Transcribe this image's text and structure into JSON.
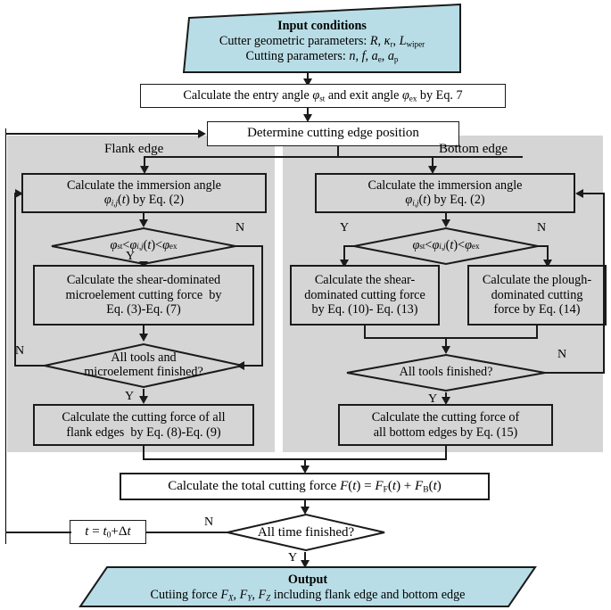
{
  "title": "Cutting force prediction flowchart",
  "colors": {
    "io_fill": "#b9dde6",
    "panel_fill": "#d5d5d5",
    "node_fill": "#d5d5d5",
    "stroke": "#1a1a1a"
  },
  "nodes": {
    "input": {
      "heading": "Input conditions",
      "line1": "Cutter geometric parameters: R, κᵣ, Lᵥᵢₚₑᵣ",
      "line2": "Cutting parameters: n, f, aₑ, aₚ"
    },
    "entry_exit": "Calculate the entry angle ϕst and exit angle ϕex by Eq. 7",
    "determine": "Determine cutting edge position",
    "flank_branch_label": "Flank edge",
    "bottom_branch_label": "Bottom edge",
    "flank_immersion": "Calculate the immersion angle ϕi,j(t) by Eq. (2)",
    "bottom_immersion": "Calculate the immersion angle ϕi,j(t) by Eq. (2)",
    "flank_decision": "ϕst < ϕi,j(t) < ϕex",
    "bottom_decision": "ϕst < ϕi,j(t) < ϕex",
    "flank_shear": "Calculate the shear-dominated microelement cutting force by Eq. (3)-Eq. (7)",
    "bottom_shear": "Calculate the shear-dominated cutting force by Eq. (10)- Eq. (13)",
    "bottom_plough": "Calculate the plough-dominated cutting force by Eq. (14)",
    "flank_loop_decision": "All tools and microelement finished?",
    "bottom_loop_decision": "All tools finished?",
    "flank_total": "Calculate the cutting force of all flank edges  by Eq. (8)-Eq. (9)",
    "bottom_total": "Calculate the cutting force of all bottom edges by Eq. (15)",
    "total_force": "Calculate the total cutting force F(t) = FF(t) + FB(t)",
    "time_decision": "All time finished?",
    "time_step": "t = t0+Δt",
    "output": {
      "heading": "Output",
      "line1": "Cutiing force FX, FY, FZ including flank edge and bottom edge"
    }
  },
  "edge_labels": {
    "flank_dec_N": "N",
    "flank_dec_Y": "Y",
    "flank_loop_N": "N",
    "flank_loop_Y": "Y",
    "bottom_dec_Y": "Y",
    "bottom_dec_N": "N",
    "bottom_loop_N": "N",
    "bottom_loop_Y": "Y",
    "time_N": "N",
    "time_Y": "Y"
  }
}
